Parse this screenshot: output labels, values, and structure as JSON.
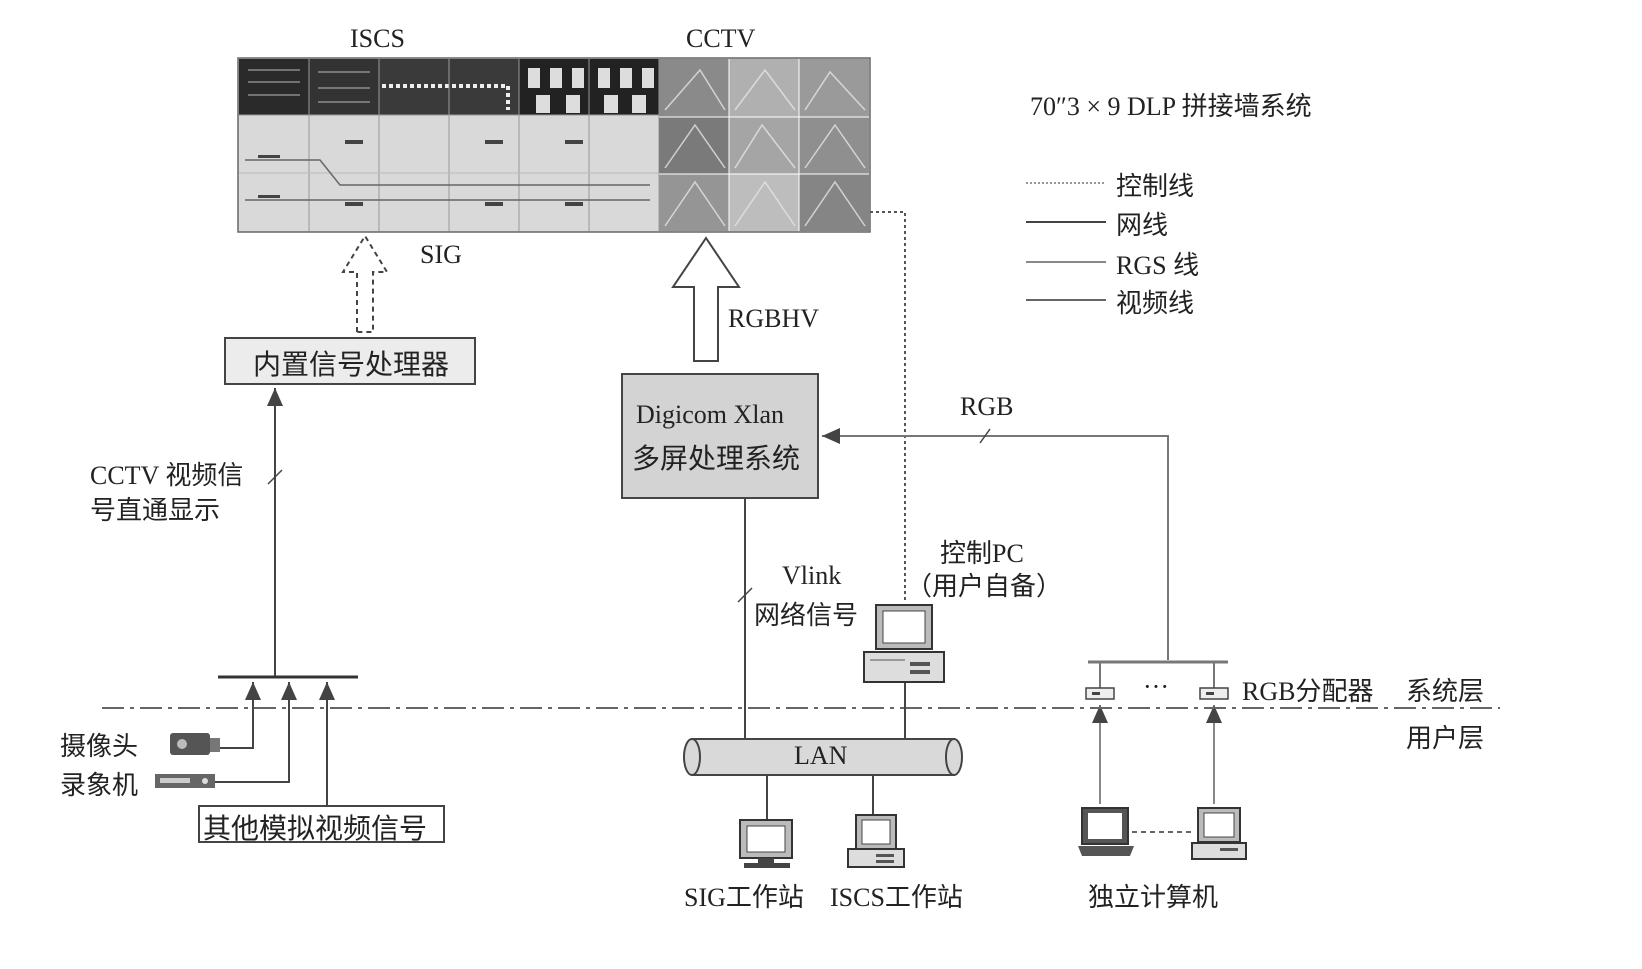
{
  "video_wall": {
    "title": "70″3 × 9 DLP 拼接墙系统",
    "iscs_label": "ISCS",
    "cctv_label": "CCTV",
    "sig_label": "SIG"
  },
  "legend": {
    "items": [
      {
        "label": "控制线",
        "style": "dotted"
      },
      {
        "label": "网线",
        "style": "solid-dark"
      },
      {
        "label": "RGS 线",
        "style": "solid-light"
      },
      {
        "label": "视频线",
        "style": "solid-mid"
      }
    ]
  },
  "nodes": {
    "signal_processor": "内置信号处理器",
    "multi_screen_line1": "Digicom  Xlan",
    "multi_screen_line2": "多屏处理系统",
    "other_analog": "其他模拟视频信号",
    "camera": "摄像头",
    "recorder": "录象机",
    "control_pc_line1": "控制PC",
    "control_pc_line2": "（用户自备）",
    "rgb_distributor": "RGB分配器",
    "lan": "LAN",
    "sig_workstation": "SIG工作站",
    "iscs_workstation": "ISCS工作站",
    "standalone_computers": "独立计算机",
    "ellipsis": "···"
  },
  "edges": {
    "rgbhv": "RGBHV",
    "rgb": "RGB",
    "cctv_direct_line1": "CCTV 视频信",
    "cctv_direct_line2": "号直通显示",
    "vlink_line1": "Vlink",
    "vlink_line2": "网络信号"
  },
  "layers": {
    "system": "系统层",
    "user": "用户层"
  }
}
